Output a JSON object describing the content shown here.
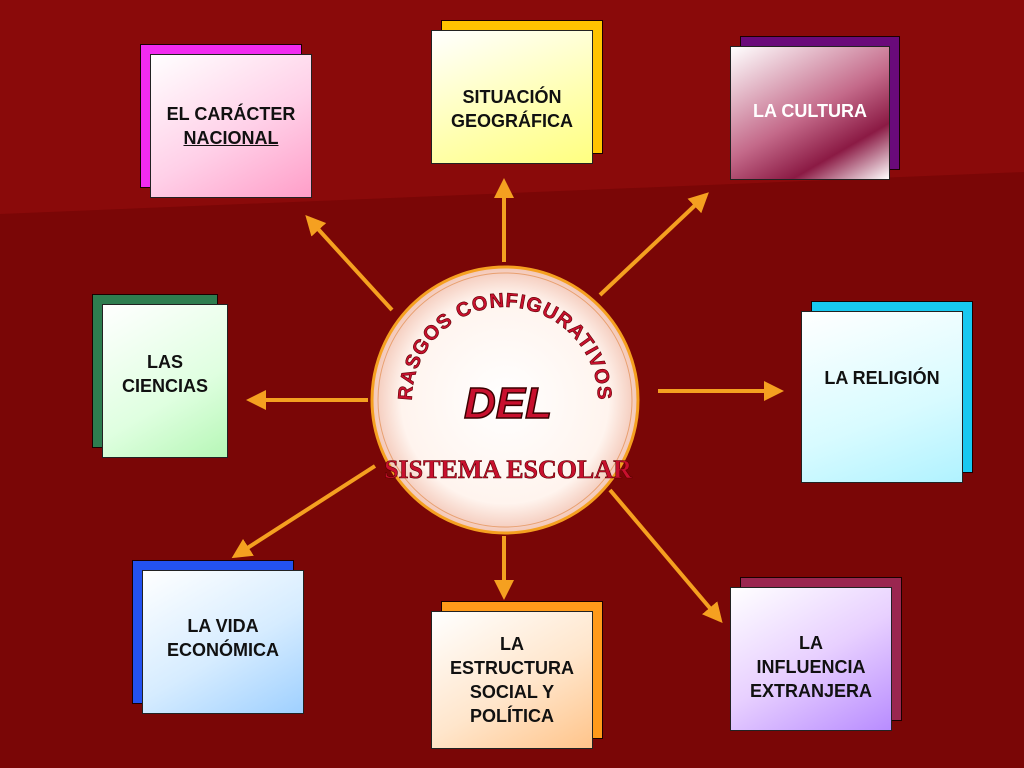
{
  "center": {
    "line1": "RASGOS CONFIGURATIVOS",
    "line2": "DEL",
    "line3": "SISTEMA ESCOLAR"
  },
  "nodes": {
    "caracter": {
      "line1": "EL CARÁCTER",
      "line2": "NACIONAL"
    },
    "geografica": {
      "line1": "SITUACIÓN",
      "line2": "GEOGRÁFICA"
    },
    "cultura": {
      "line1": "LA CULTURA"
    },
    "ciencias": {
      "line1": "LAS",
      "line2": "CIENCIAS"
    },
    "religion": {
      "line1": "LA RELIGIÓN"
    },
    "vida": {
      "line1": "LA VIDA",
      "line2": "ECONÓMICA"
    },
    "estructura": {
      "line1": "LA",
      "line2": "ESTRUCTURA",
      "line3": "SOCIAL Y",
      "line4": "POLÍTICA"
    },
    "influencia": {
      "line1": "LA",
      "line2": "INFLUENCIA",
      "line3": "EXTRANJERA"
    }
  },
  "colors": {
    "background": "#7a0606",
    "arrow": "#f5a020",
    "center_text": "#c8102e"
  }
}
